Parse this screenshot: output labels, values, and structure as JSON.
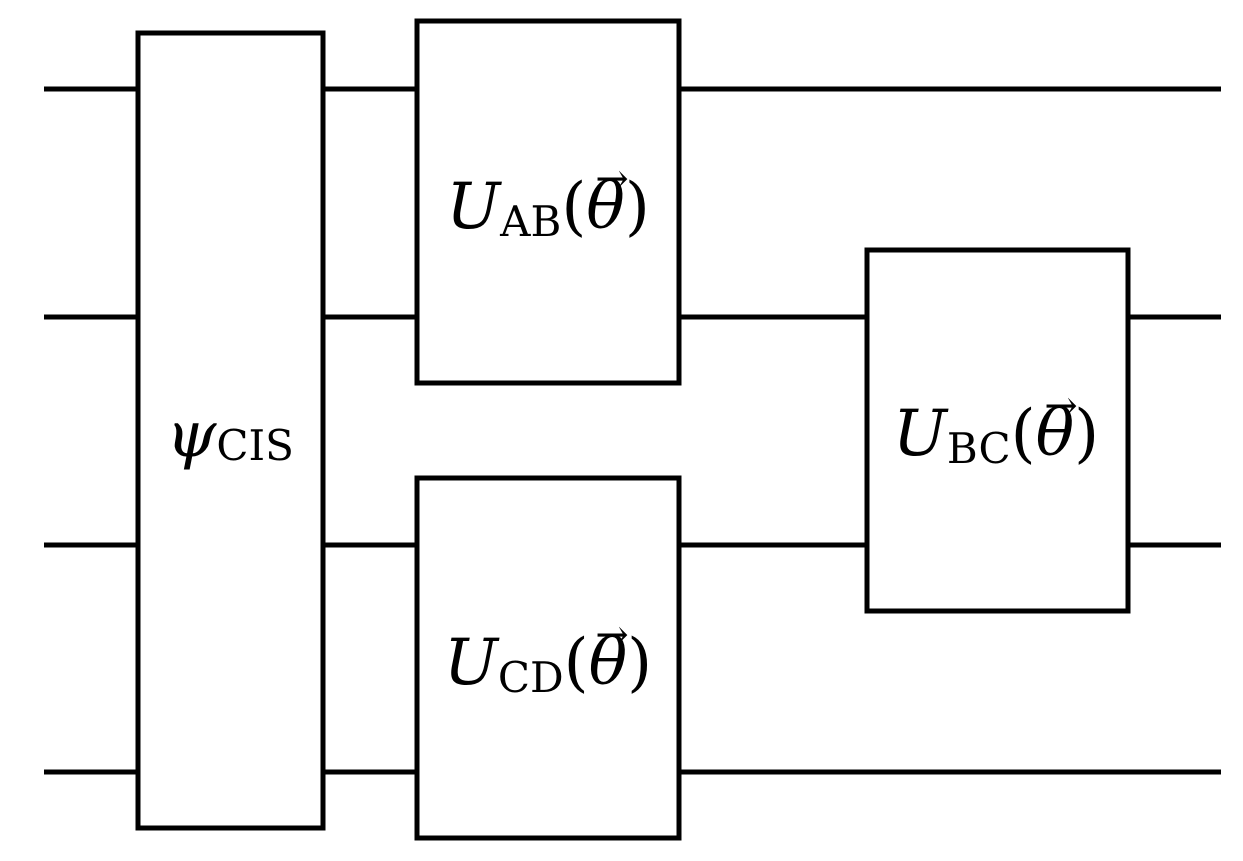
{
  "diagram": {
    "type": "quantum-circuit",
    "wire_count": 4,
    "gates": [
      {
        "id": "psi",
        "symbol": "ψ",
        "subscript": "CIS",
        "argument": "",
        "wires": [
          1,
          2,
          3,
          4
        ]
      },
      {
        "id": "uab",
        "symbol": "U",
        "subscript": "AB",
        "argument": "θ",
        "argument_decoration": "⃗",
        "wires": [
          1,
          2
        ]
      },
      {
        "id": "ucd",
        "symbol": "U",
        "subscript": "CD",
        "argument": "θ",
        "argument_decoration": "⃗",
        "wires": [
          3,
          4
        ]
      },
      {
        "id": "ubc",
        "symbol": "U",
        "subscript": "BC",
        "argument": "θ",
        "argument_decoration": "⃗",
        "wires": [
          2,
          3
        ]
      }
    ]
  }
}
